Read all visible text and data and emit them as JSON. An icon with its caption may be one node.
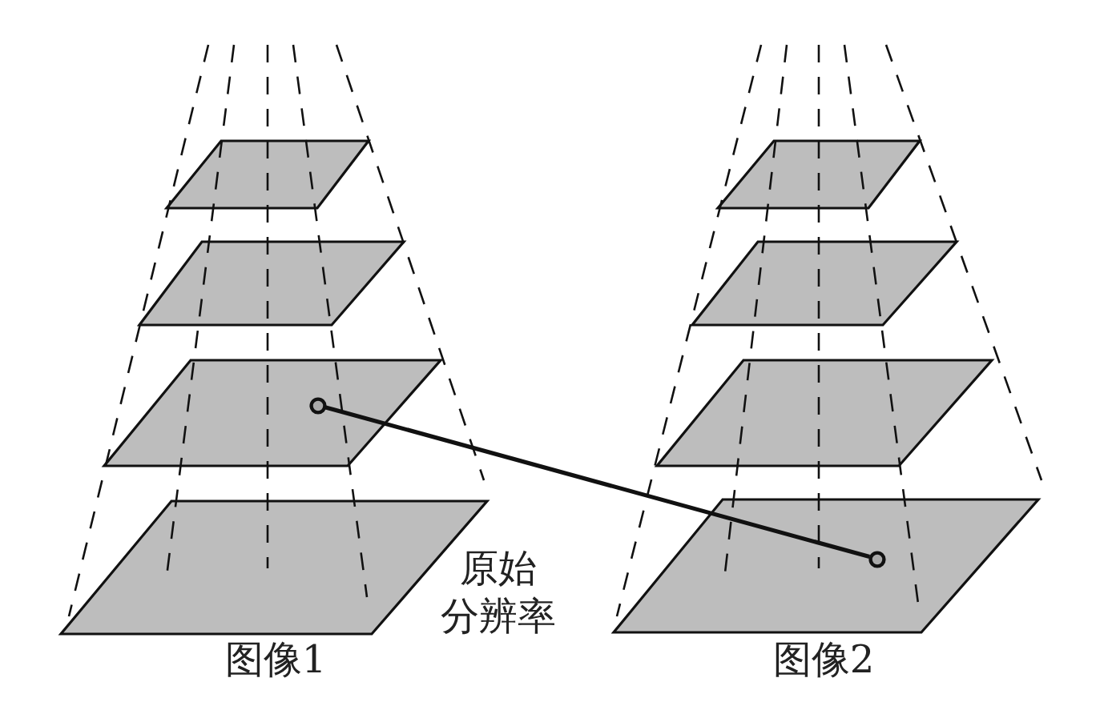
{
  "diagram": {
    "nodes": [
      {
        "text": [],
        "shape": "parallelogram"
      },
      {
        "text": [],
        "shape": "parallelogram"
      },
      {
        "text": [],
        "shape": "parallelogram"
      },
      {
        "text": [],
        "shape": "circle",
        "in": 2
      },
      {
        "text": [],
        "shape": "parallelogram"
      },
      {
        "text": [],
        "shape": "parallelogram"
      },
      {
        "text": [],
        "shape": "parallelogram"
      },
      {
        "text": [],
        "shape": "parallelogram"
      },
      {
        "text": [],
        "shape": "parallelogram"
      },
      {
        "text": [],
        "shape": "circle",
        "in": 8
      }
    ],
    "edges": [
      {
        "from": 3,
        "to": 9,
        "arrow": "none"
      }
    ],
    "labels": [
      "原始分辨率",
      "图像1",
      "图像2"
    ]
  }
}
